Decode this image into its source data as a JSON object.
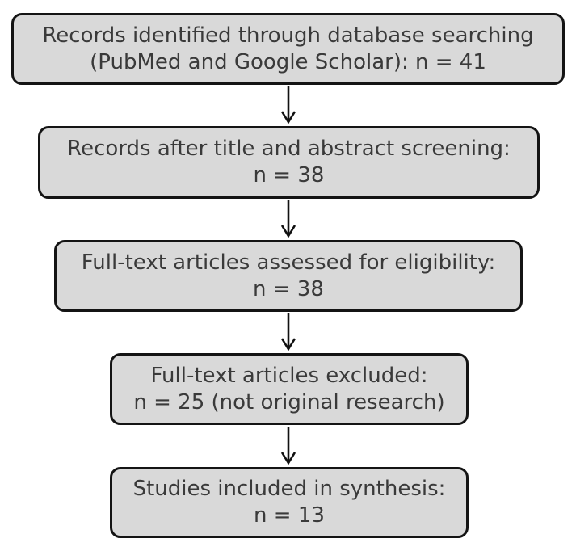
{
  "diagram": {
    "kind": "study-selection-flowchart",
    "colors": {
      "background": "#ffffff",
      "box_fill": "#d9d9d9",
      "box_border": "#141414",
      "text": "#3a3a3a",
      "arrow": "#111111"
    },
    "boxes": [
      {
        "id": "records-identified",
        "line1": "Records identified through database searching",
        "line2": "(PubMed and Google Scholar): n = 41",
        "n": 41
      },
      {
        "id": "records-after-screening",
        "line1": "Records after title and abstract screening:",
        "line2": "n = 38",
        "n": 38
      },
      {
        "id": "fulltext-assessed",
        "line1": "Full-text articles assessed for eligibility:",
        "line2": "n = 38",
        "n": 38
      },
      {
        "id": "fulltext-excluded",
        "line1": "Full-text articles excluded:",
        "line2": "n = 25 (not original research)",
        "n": 25
      },
      {
        "id": "studies-included",
        "line1": "Studies included in synthesis:",
        "line2": "n = 13",
        "n": 13
      }
    ],
    "arrow_glyph": "down-arrow"
  }
}
